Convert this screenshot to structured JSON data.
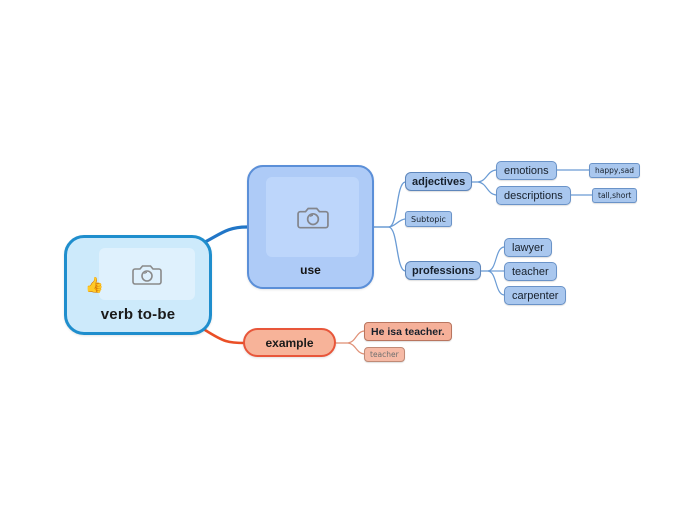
{
  "diagram": {
    "type": "mind-map",
    "background_color": "#ffffff",
    "root": {
      "label": "verb to-be",
      "image_placeholder_icon": "camera-icon",
      "badge_icon": "thumbs-up-icon",
      "fill_color": "#cdeafb",
      "border_color": "#1f8ecd"
    },
    "branches": [
      {
        "label": "use",
        "image_placeholder_icon": "camera-icon",
        "fill_color": "#aecbf7",
        "border_color": "#5b8fd8",
        "edge_color": "#2176c7",
        "children": [
          {
            "label": "adjectives",
            "children": [
              {
                "label": "emotions",
                "children": [
                  {
                    "label": "happy,sad"
                  }
                ]
              },
              {
                "label": "descriptions",
                "children": [
                  {
                    "label": "tall,short"
                  }
                ]
              }
            ]
          },
          {
            "label": "Subtopic",
            "children": []
          },
          {
            "label": "professions",
            "children": [
              {
                "label": "lawyer"
              },
              {
                "label": "teacher"
              },
              {
                "label": "carpenter"
              }
            ]
          }
        ]
      },
      {
        "label": "example",
        "fill_color": "#f7b399",
        "border_color": "#e8563a",
        "edge_color": "#ea4f26",
        "children": [
          {
            "label": "He isa teacher.",
            "style": "strong"
          },
          {
            "label": "teacher",
            "style": "faint"
          }
        ]
      }
    ]
  },
  "nodes": {
    "root_label": "verb to-be",
    "use_label": "use",
    "example_label": "example",
    "adjectives_label": "adjectives",
    "subtopic_label": "Subtopic",
    "professions_label": "professions",
    "emotions_label": "emotions",
    "descriptions_label": "descriptions",
    "happy_sad_label": "happy,sad",
    "tall_short_label": "tall,short",
    "lawyer_label": "lawyer",
    "teacher_label": "teacher",
    "carpenter_label": "carpenter",
    "example_sentence_label": "He isa teacher.",
    "example_word_label": "teacher"
  }
}
